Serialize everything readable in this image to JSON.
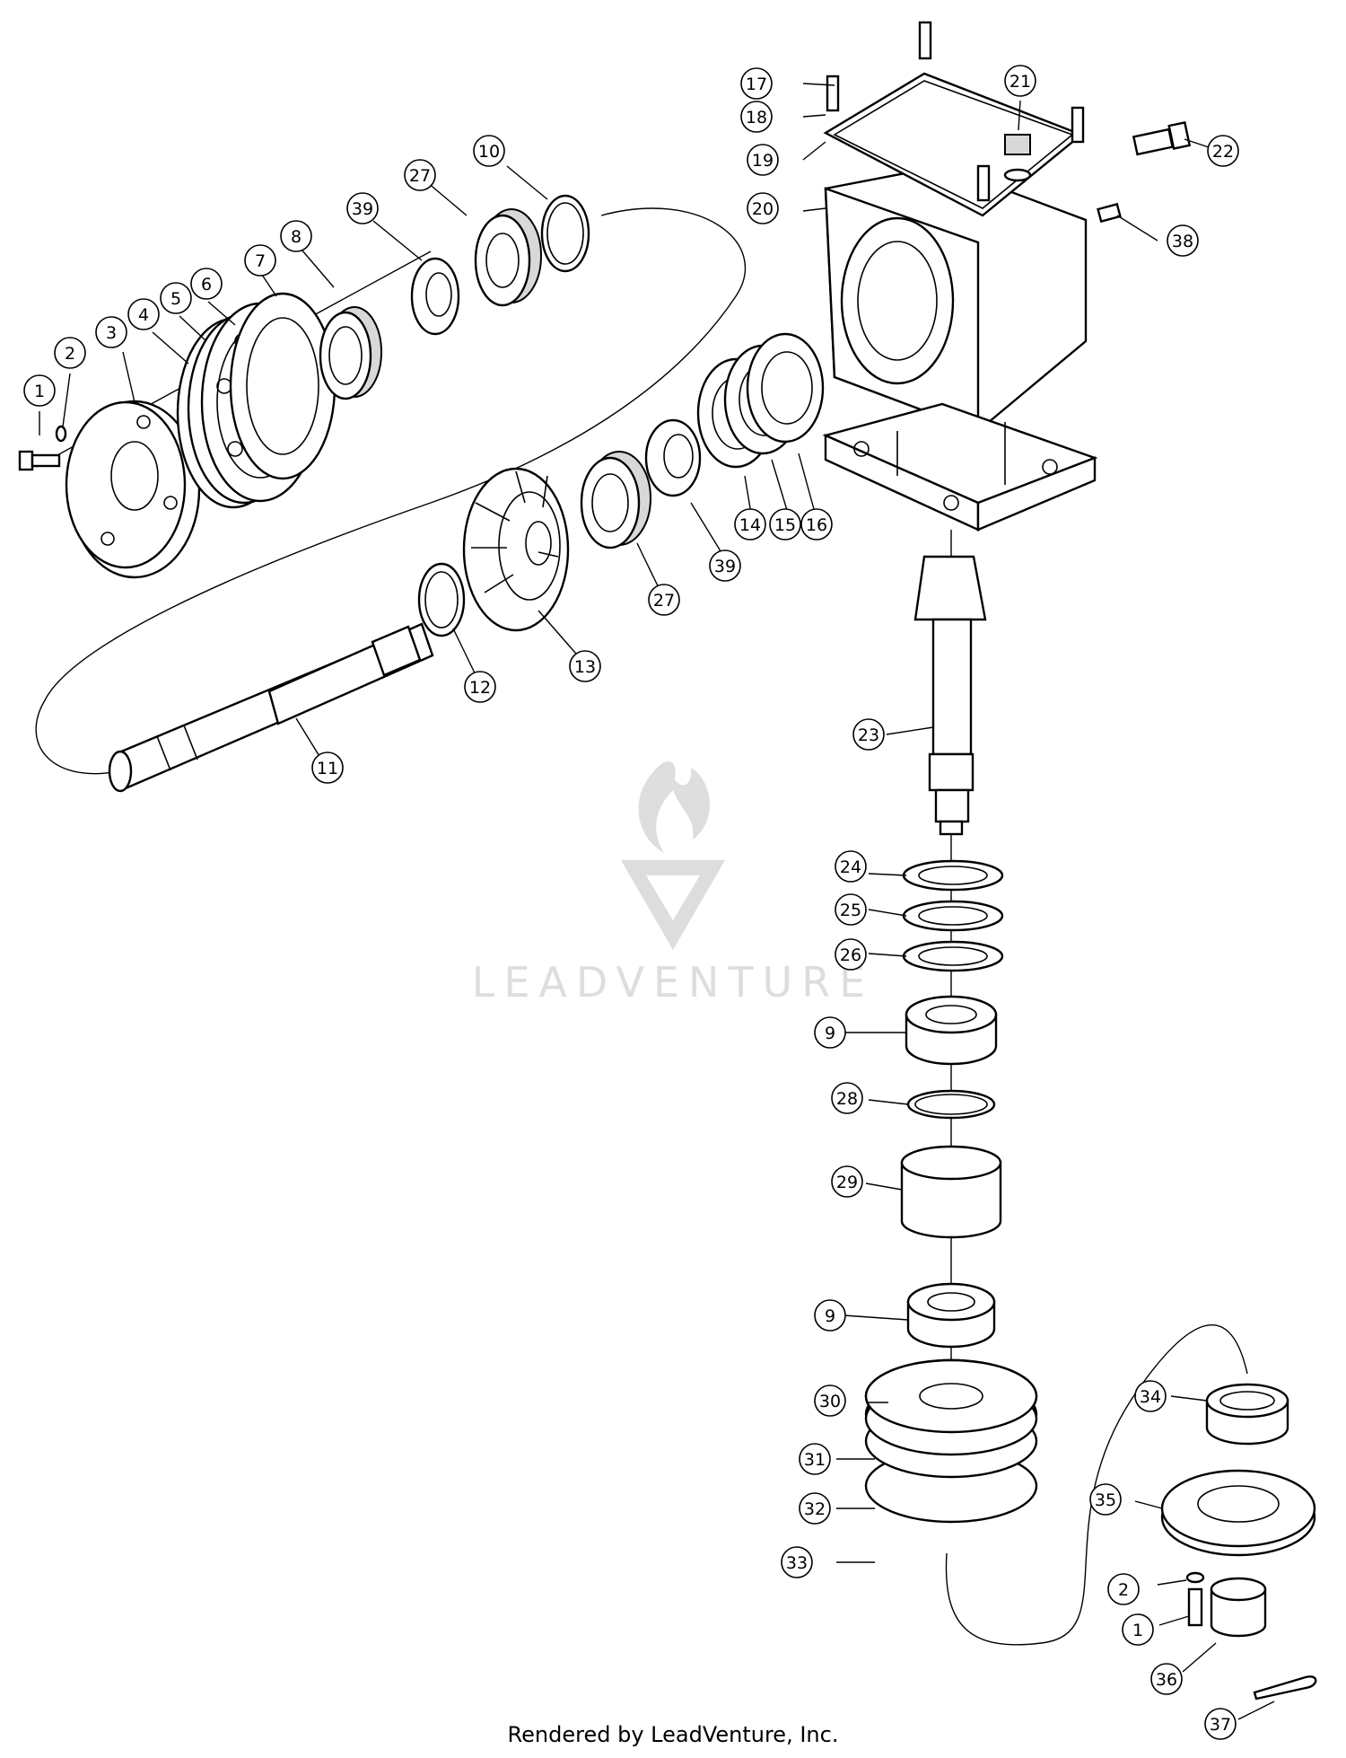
{
  "diagram": {
    "watermark": "LEADVENTURE",
    "credit": "Rendered by LeadVenture, Inc.",
    "callouts": [
      {
        "id": "c1a",
        "label": "1"
      },
      {
        "id": "c2a",
        "label": "2"
      },
      {
        "id": "c3",
        "label": "3"
      },
      {
        "id": "c4",
        "label": "4"
      },
      {
        "id": "c5",
        "label": "5"
      },
      {
        "id": "c6",
        "label": "6"
      },
      {
        "id": "c7",
        "label": "7"
      },
      {
        "id": "c8",
        "label": "8"
      },
      {
        "id": "c39a",
        "label": "39"
      },
      {
        "id": "c27a",
        "label": "27"
      },
      {
        "id": "c10",
        "label": "10"
      },
      {
        "id": "c17",
        "label": "17"
      },
      {
        "id": "c18",
        "label": "18"
      },
      {
        "id": "c19",
        "label": "19"
      },
      {
        "id": "c20",
        "label": "20"
      },
      {
        "id": "c21",
        "label": "21"
      },
      {
        "id": "c22",
        "label": "22"
      },
      {
        "id": "c38",
        "label": "38"
      },
      {
        "id": "c14",
        "label": "14"
      },
      {
        "id": "c15",
        "label": "15"
      },
      {
        "id": "c16",
        "label": "16"
      },
      {
        "id": "c39b",
        "label": "39"
      },
      {
        "id": "c27b",
        "label": "27"
      },
      {
        "id": "c13",
        "label": "13"
      },
      {
        "id": "c12",
        "label": "12"
      },
      {
        "id": "c11",
        "label": "11"
      },
      {
        "id": "c23",
        "label": "23"
      },
      {
        "id": "c24",
        "label": "24"
      },
      {
        "id": "c25",
        "label": "25"
      },
      {
        "id": "c26",
        "label": "26"
      },
      {
        "id": "c9a",
        "label": "9"
      },
      {
        "id": "c28",
        "label": "28"
      },
      {
        "id": "c29",
        "label": "29"
      },
      {
        "id": "c9b",
        "label": "9"
      },
      {
        "id": "c30",
        "label": "30"
      },
      {
        "id": "c31",
        "label": "31"
      },
      {
        "id": "c32",
        "label": "32"
      },
      {
        "id": "c33",
        "label": "33"
      },
      {
        "id": "c34",
        "label": "34"
      },
      {
        "id": "c35",
        "label": "35"
      },
      {
        "id": "c2b",
        "label": "2"
      },
      {
        "id": "c1b",
        "label": "1"
      },
      {
        "id": "c36",
        "label": "36"
      },
      {
        "id": "c37",
        "label": "37"
      }
    ]
  }
}
